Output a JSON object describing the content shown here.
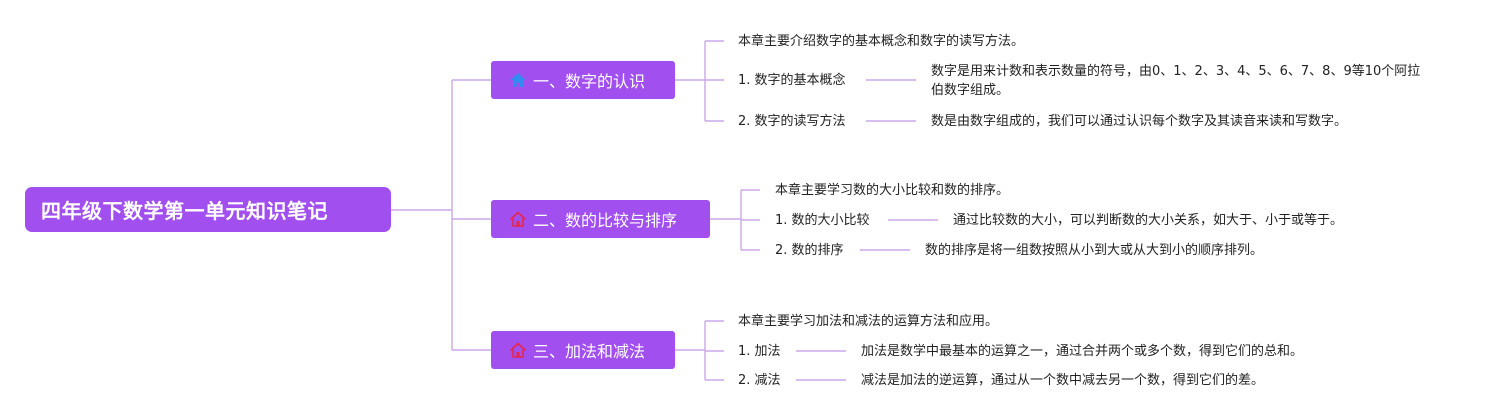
{
  "root": {
    "title": "四年级下数学第一单元知识笔记"
  },
  "branches": [
    {
      "title": "一、数字的认识",
      "icon": "house-icon",
      "icon_color": "#2f8cf0",
      "intro": "本章主要介绍数字的基本概念和数字的读写方法。",
      "items": [
        {
          "label": "1. 数字的基本概念",
          "detail": "数字是用来计数和表示数量的符号，由0、1、2、3、4、5、6、7、8、9等10个阿拉伯数字组成。"
        },
        {
          "label": "2. 数字的读写方法",
          "detail": "数是由数字组成的，我们可以通过认识每个数字及其读音来读和写数字。"
        }
      ]
    },
    {
      "title": "二、数的比较与排序",
      "icon": "house-icon",
      "icon_color": "#e8264a",
      "intro": "本章主要学习数的大小比较和数的排序。",
      "items": [
        {
          "label": "1. 数的大小比较",
          "detail": "通过比较数的大小，可以判断数的大小关系，如大于、小于或等于。"
        },
        {
          "label": "2. 数的排序",
          "detail": "数的排序是将一组数按照从小到大或从大到小的顺序排列。"
        }
      ]
    },
    {
      "title": "三、加法和减法",
      "icon": "house-icon",
      "icon_color": "#e8264a",
      "intro": "本章主要学习加法和减法的运算方法和应用。",
      "items": [
        {
          "label": "1. 加法",
          "detail": "加法是数学中最基本的运算之一，通过合并两个或多个数，得到它们的总和。"
        },
        {
          "label": "2. 减法",
          "detail": "减法是加法的逆运算，通过从一个数中减去另一个数，得到它们的差。"
        }
      ]
    }
  ],
  "colors": {
    "node_bg": "#a24ff0",
    "node_text": "#ffffff",
    "connector": "#cba8e8"
  }
}
